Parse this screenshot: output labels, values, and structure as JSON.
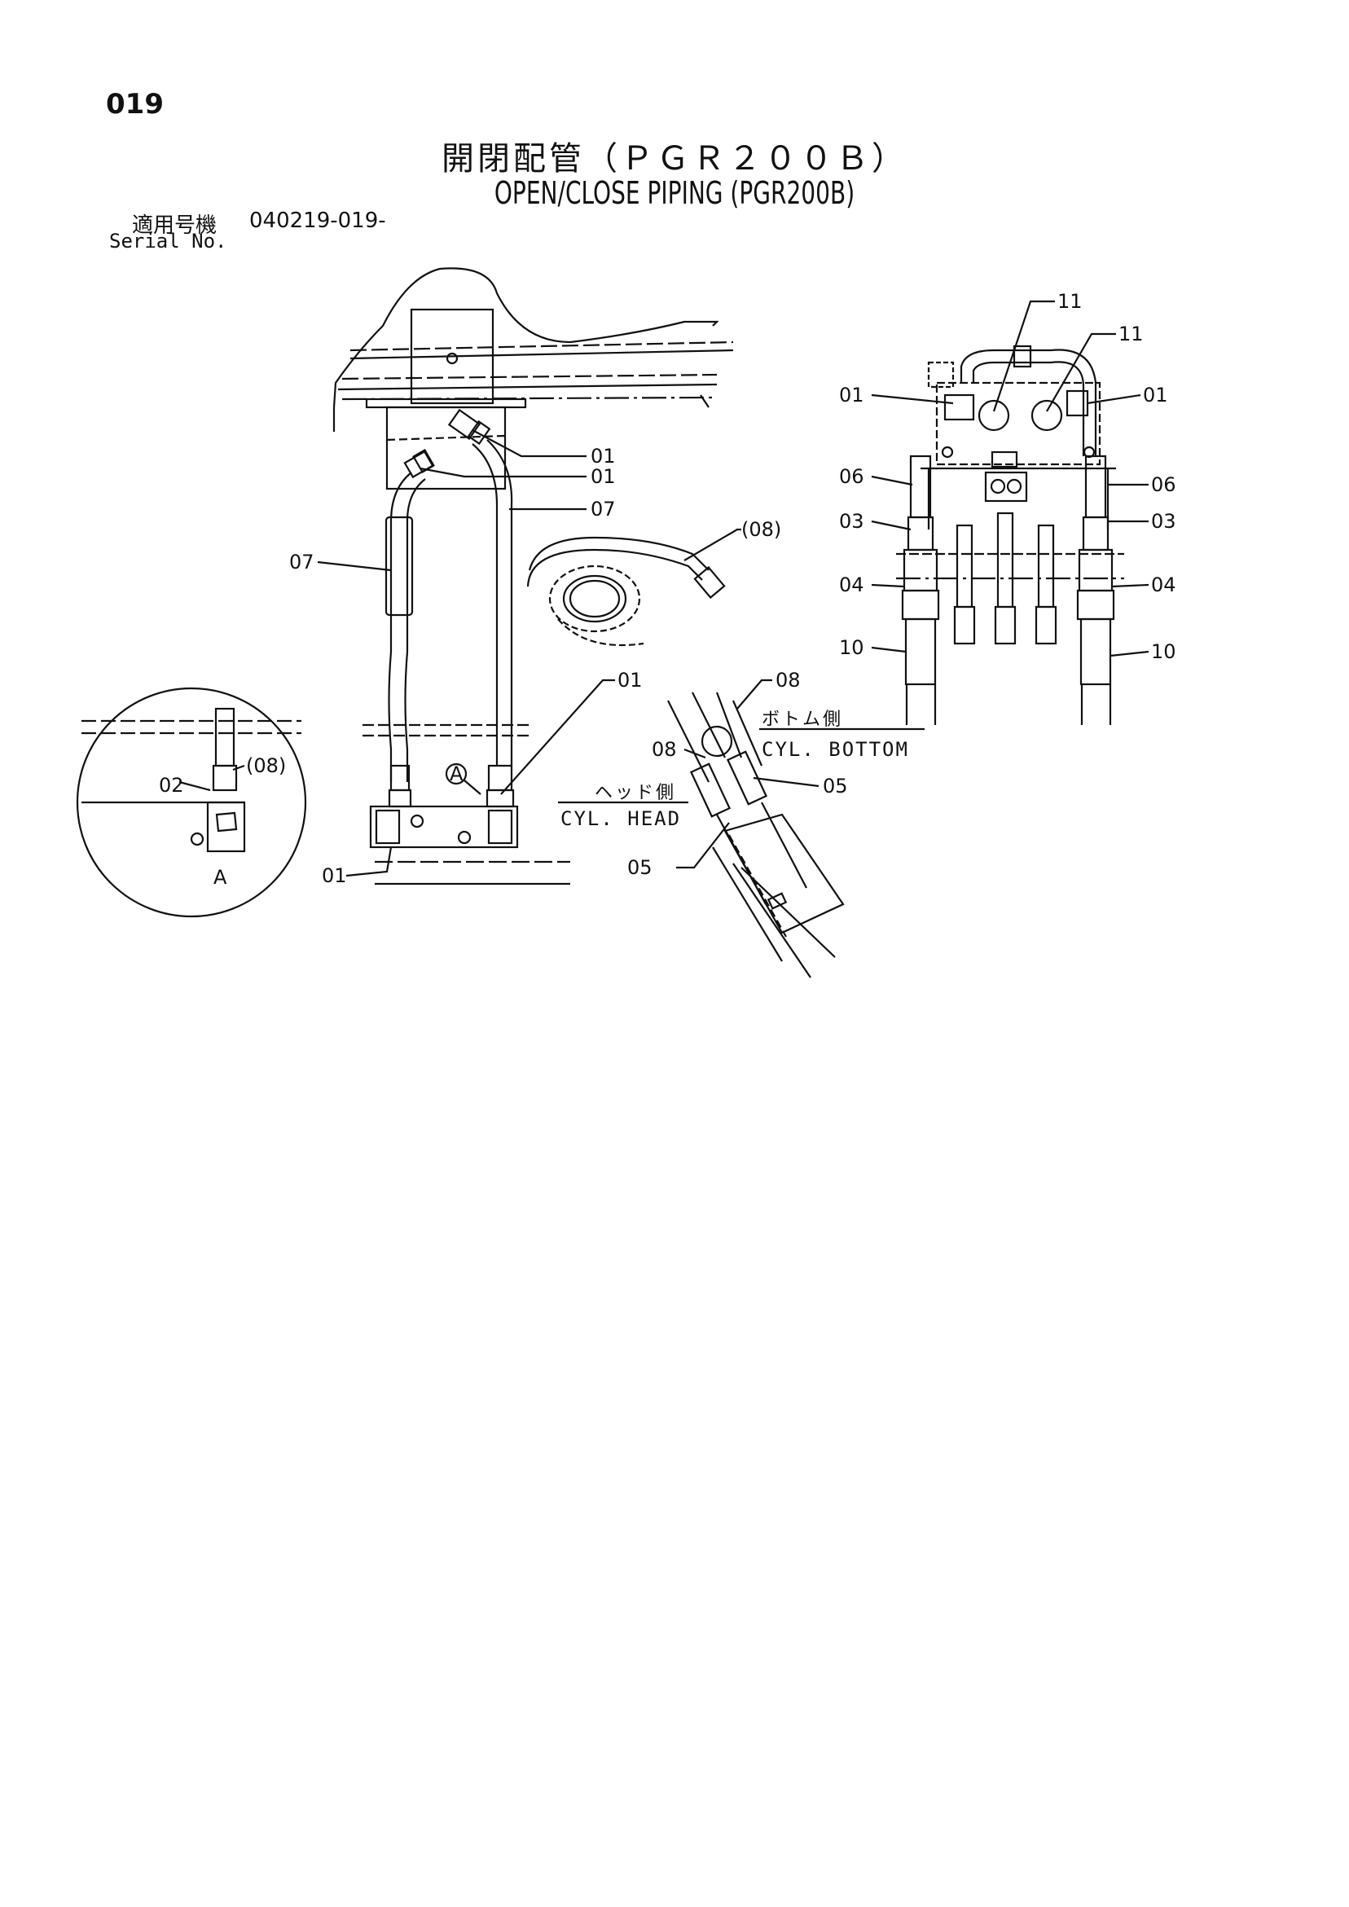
{
  "page_number": "019",
  "title_jp": "開閉配管（ＰＧＲ２００Ｂ）",
  "title_en": "OPEN/CLOSE PIPING (PGR200B)",
  "serial": {
    "label_jp": "適用号機",
    "value": "040219-019-",
    "label_en": "Serial No."
  },
  "callouts": {
    "main_left_07": "07",
    "main_right_01a": "01",
    "main_right_01b": "01",
    "main_right_07": "07",
    "hose_08": "(08)",
    "lower_01_top": "01",
    "lower_01_bottom": "01",
    "marker_a": "A",
    "detail_02": "02",
    "detail_08": "(08)",
    "detail_label_a": "A",
    "right_11a": "11",
    "right_11b": "11",
    "right_01_left": "01",
    "right_01_right": "01",
    "right_06_left": "06",
    "right_06_right": "06",
    "right_03_left": "03",
    "right_03_right": "03",
    "right_04_left": "04",
    "right_04_right": "04",
    "right_10_left": "10",
    "right_10_right": "10",
    "cyl_08_top": "08",
    "cyl_08_left": "08",
    "cyl_05_right": "05",
    "cyl_05_bottom": "05"
  },
  "cyl_labels": {
    "bottom_jp": "ボトム側",
    "bottom_en": "CYL. BOTTOM",
    "head_jp": "ヘッド側",
    "head_en": "CYL. HEAD"
  }
}
